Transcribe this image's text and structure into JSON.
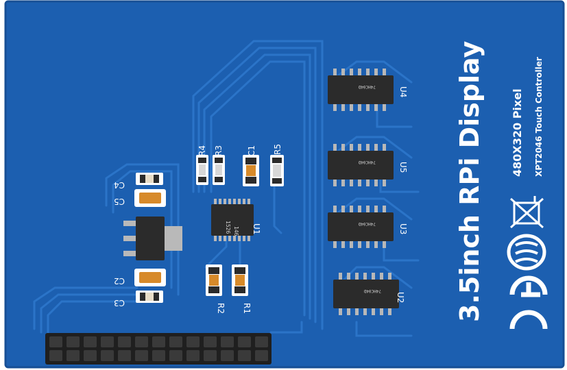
{
  "board": {
    "title": "3.5inch RPi Display",
    "resolution": "480X320 Pixel",
    "controller": "XPT2046 Touch Controller",
    "colors": {
      "pcb": "#1c5fb0",
      "trace": "#2a74c7",
      "chip": "#2b2b2b",
      "pin": "#b8b8b8",
      "header": "#1f1f1f",
      "silk": "#ffffff"
    }
  },
  "labels": {
    "u1": "U1",
    "u2": "U2",
    "u3": "U3",
    "u4": "U4",
    "u5": "U5",
    "r1": "R1",
    "r2": "R2",
    "r3": "R3",
    "r4": "R4",
    "r5": "R5",
    "c1": "C1",
    "c2": "C2",
    "c3": "C3",
    "c4": "C4",
    "c5": "C5"
  },
  "chip_markings": {
    "u1": "1526",
    "u1b": "146",
    "u2": "74HC04D",
    "u3": "74HC04D",
    "u4": "74HC04D",
    "u5": "74HC04D"
  },
  "icons": [
    "ce-mark-icon",
    "ccc-mark-icon",
    "weee-bin-icon"
  ]
}
